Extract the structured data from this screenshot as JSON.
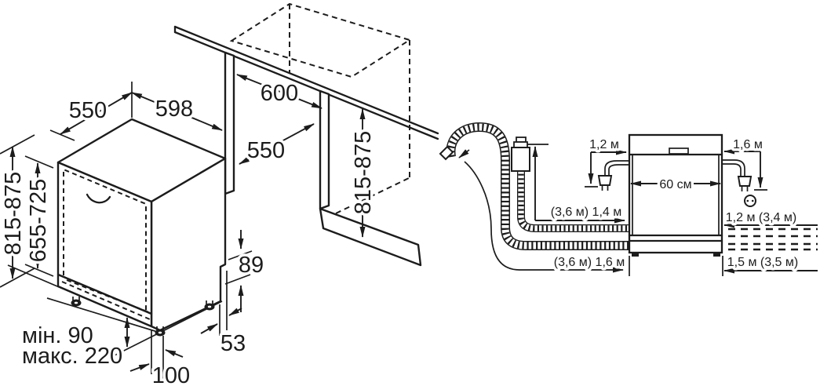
{
  "figure": {
    "background": "#ffffff",
    "line_color": "#1c1c1c",
    "kind": "dishwasher installation dimensions diagram"
  },
  "left_diagram": {
    "name": "built-in dishwasher niche isometric view",
    "dims": {
      "top_depth": "550",
      "top_width": "598",
      "niche_width": "600",
      "niche_depth": "550",
      "niche_height": "815-875",
      "appliance_height": "815-875",
      "door_height": "655-725",
      "plinth_min": "мін. 90",
      "plinth_max": "макс. 220",
      "plinth_depth": "100",
      "rear_recess_height": "89",
      "rear_recess_depth": "53"
    }
  },
  "right_diagram": {
    "name": "hose and cord lengths side view",
    "dims": {
      "appliance_width": "60 см",
      "cord_left": "1,2 м",
      "cord_right": "1,6 м",
      "inlet_hose": "(3,6 м) 1,4 м",
      "drain_hose": "(3,6 м) 1,6 м",
      "extension_top": "1,2 м (3,4 м)",
      "extension_bottom": "1,5 м (3,5 м)"
    }
  }
}
